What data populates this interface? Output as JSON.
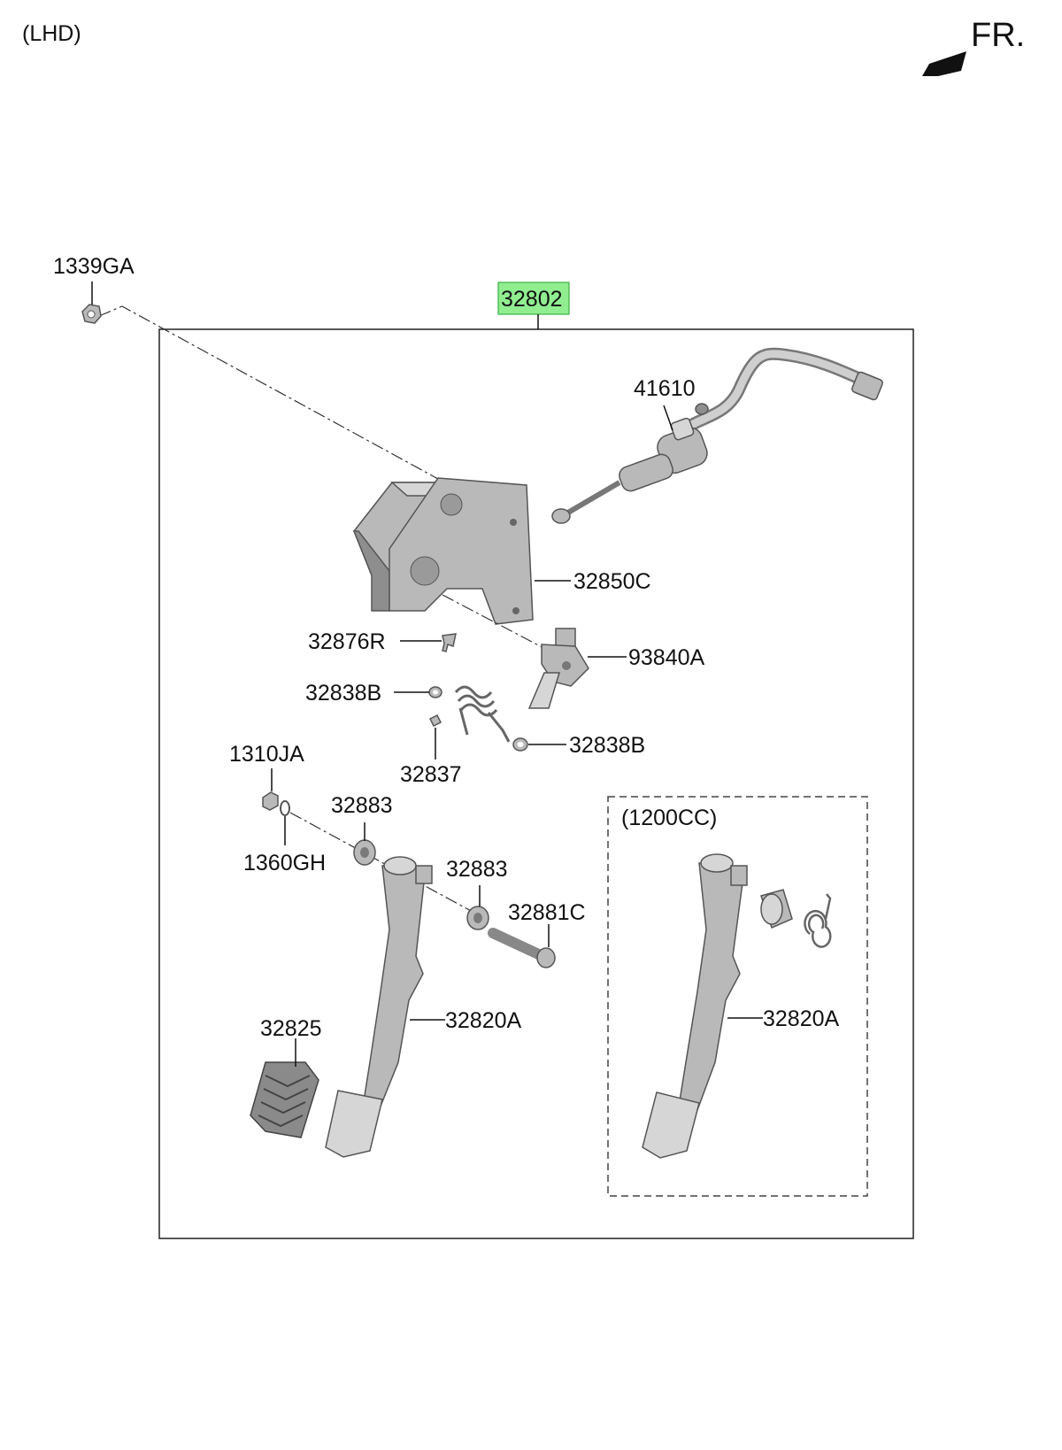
{
  "header": {
    "variant_note": "(LHD)",
    "direction_label": "FR."
  },
  "assembly": {
    "highlighted_part": "32802",
    "highlight_color": "#90ee90",
    "inset_title": "(1200CC)"
  },
  "parts": {
    "p_1339GA": "1339GA",
    "p_41610": "41610",
    "p_32850C": "32850C",
    "p_32876R": "32876R",
    "p_93840A": "93840A",
    "p_32838B_left": "32838B",
    "p_32838B_right": "32838B",
    "p_32837": "32837",
    "p_1310JA": "1310JA",
    "p_32883_upper": "32883",
    "p_1360GH": "1360GH",
    "p_32883_lower": "32883",
    "p_32881C": "32881C",
    "p_32825": "32825",
    "p_32820A_main": "32820A",
    "p_32820A_inset": "32820A"
  },
  "icons": {
    "direction": "front-arrow-icon"
  }
}
